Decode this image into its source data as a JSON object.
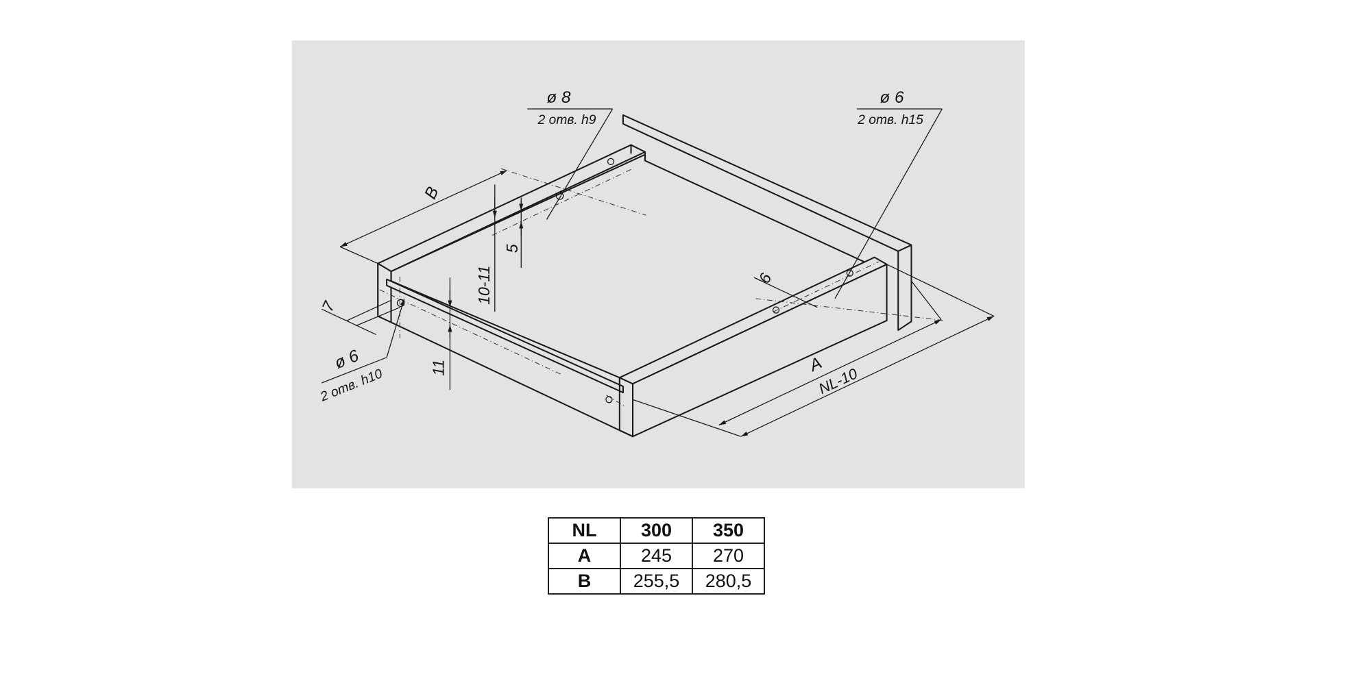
{
  "drawing": {
    "background_color": "#e3e3e3",
    "labels": {
      "hole_top_diameter": "ø 8",
      "hole_top_note": "2 отв. h9",
      "hole_right_diameter": "ø 6",
      "hole_right_note": "2 отв. h15",
      "hole_left_diameter": "ø 6",
      "hole_left_note": "2 отв. h10",
      "dim_b": "B",
      "dim_a": "A",
      "dim_nl": "NL-10",
      "dim_10_11": "10-11",
      "dim_5": "5",
      "dim_11": "11",
      "dim_7": "7",
      "dim_6": "6"
    }
  },
  "table": {
    "header": [
      "NL",
      "300",
      "350"
    ],
    "rows": [
      [
        "A",
        "245",
        "270"
      ],
      [
        "B",
        "255,5",
        "280,5"
      ]
    ]
  }
}
